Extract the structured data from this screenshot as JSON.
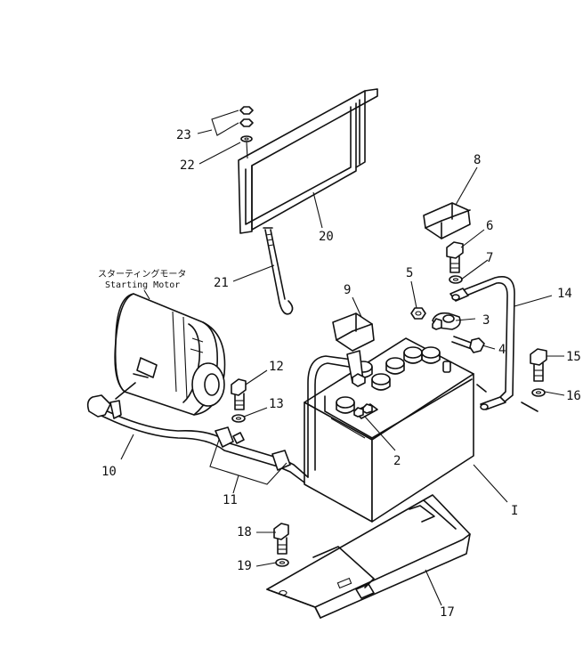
{
  "motor_label_jp": "スターティングモータ",
  "motor_label_en": "Starting Motor",
  "callouts": {
    "c1": "I",
    "c2": "2",
    "c3": "3",
    "c4": "4",
    "c5": "5",
    "c6": "6",
    "c7": "7",
    "c8": "8",
    "c9": "9",
    "c10": "10",
    "c11": "11",
    "c12": "12",
    "c13": "13",
    "c14": "14",
    "c15": "15",
    "c16": "16",
    "c17": "17",
    "c18": "18",
    "c19": "19",
    "c20": "20",
    "c21": "21",
    "c22": "22",
    "c23": "23"
  }
}
